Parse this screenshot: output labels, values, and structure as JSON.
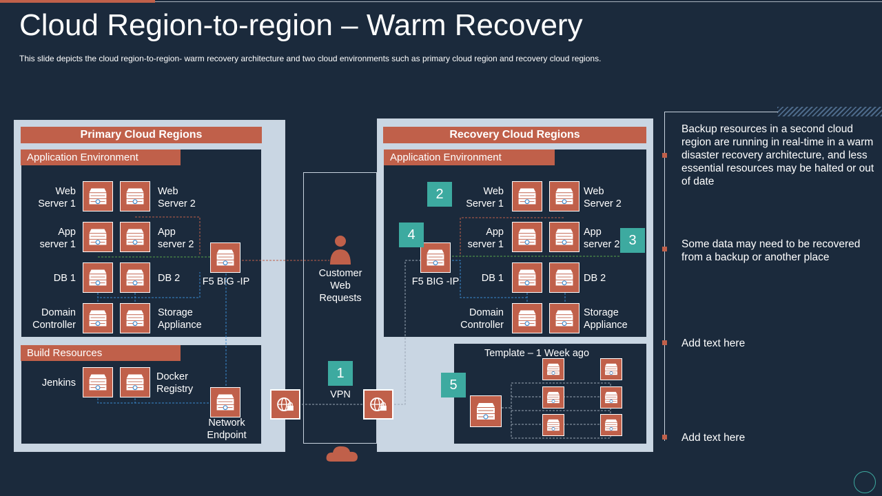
{
  "slide": {
    "title": "Cloud Region-to-region – Warm Recovery",
    "subtitle": "This slide depicts the cloud region-to-region-  warm recovery  architecture and two cloud environments  such as primary cloud region  and recovery  cloud regions."
  },
  "primary": {
    "header": "Primary Cloud Regions",
    "app_env_tab": "Application Environment",
    "web_server_1": "Web\nServer 1",
    "web_server_2": "Web\nServer 2",
    "app_server_1": "App\nserver 1",
    "app_server_2": "App\nserver 2",
    "db_1": "DB 1",
    "db_2": "DB 2",
    "domain_controller": "Domain\nController",
    "storage_appliance": "Storage\nAppliance",
    "f5": "F5 BIG -IP",
    "build_tab": "Build Resources",
    "jenkins": "Jenkins",
    "docker": "Docker\nRegistry",
    "network_endpoint": "Network\nEndpoint"
  },
  "middle": {
    "customer": "Customer\nWeb\nRequests",
    "vpn": "VPN",
    "step_1": "1"
  },
  "recovery": {
    "header": "Recovery Cloud Regions",
    "app_env_tab": "Application Environment",
    "web_server_1": "Web\nServer 1",
    "web_server_2": "Web\nServer 2",
    "app_server_1": "App\nserver 1",
    "app_server_2": "App\nserver 2",
    "db_1": "DB 1",
    "db_2": "DB 2",
    "domain_controller": "Domain\nController",
    "storage_appliance": "Storage\nAppliance",
    "f5": "F5 BIG -IP",
    "template": "Template  – 1 Week ago",
    "step_2": "2",
    "step_3": "3",
    "step_4": "4",
    "step_5": "5"
  },
  "notes": [
    {
      "text": "Backup resources in a second cloud region are running  in real-time in a warm disaster recovery architecture, and less essential resources may be halted or out of date"
    },
    {
      "text": "Some data may need to be recovered from a backup or another place"
    },
    {
      "text": "Add text here"
    },
    {
      "text": "Add text here"
    }
  ],
  "colors": {
    "background": "#1b2a3c",
    "accent": "#c0604a",
    "teal": "#3daaa0",
    "panel": "#c9d6e3"
  },
  "icons": {
    "server": "server-icon",
    "globe": "globe-lock-icon",
    "user": "user-icon",
    "cloud": "cloud-icon"
  }
}
